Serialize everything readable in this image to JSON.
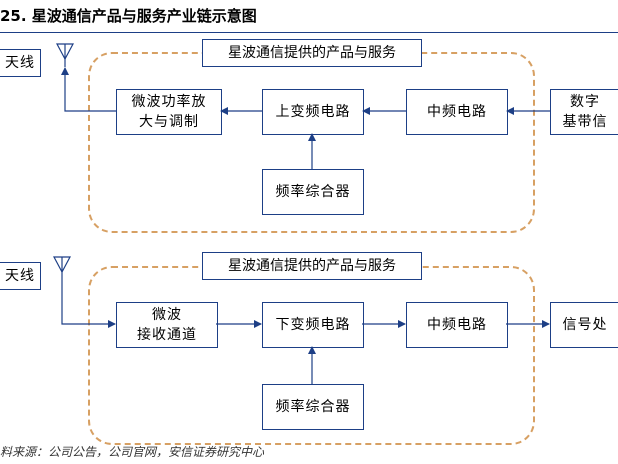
{
  "title": "25. 星波通信产品与服务产业链示意图",
  "source": "料来源：公司公告，公司官网，安信证券研究中心",
  "colors": {
    "box_border": "#1d3f86",
    "group_dashed": "#d7a063",
    "arrow": "#1d3f86"
  },
  "transmit": {
    "antenna": "天线",
    "group_label": "星波通信提供的产品与服务",
    "microwave_pa": [
      "微波功率放",
      "大与调制"
    ],
    "upconverter": "上变频电路",
    "if_circuit": "中频电路",
    "baseband": [
      "数字",
      "基带信"
    ],
    "synthesizer": "频率综合器"
  },
  "receive": {
    "antenna": "天线",
    "group_label": "星波通信提供的产品与服务",
    "microwave_rx": [
      "微波",
      "接收通道"
    ],
    "downconverter": "下变频电路",
    "if_circuit": "中频电路",
    "signal_proc": "信号处",
    "synthesizer": "频率综合器"
  }
}
